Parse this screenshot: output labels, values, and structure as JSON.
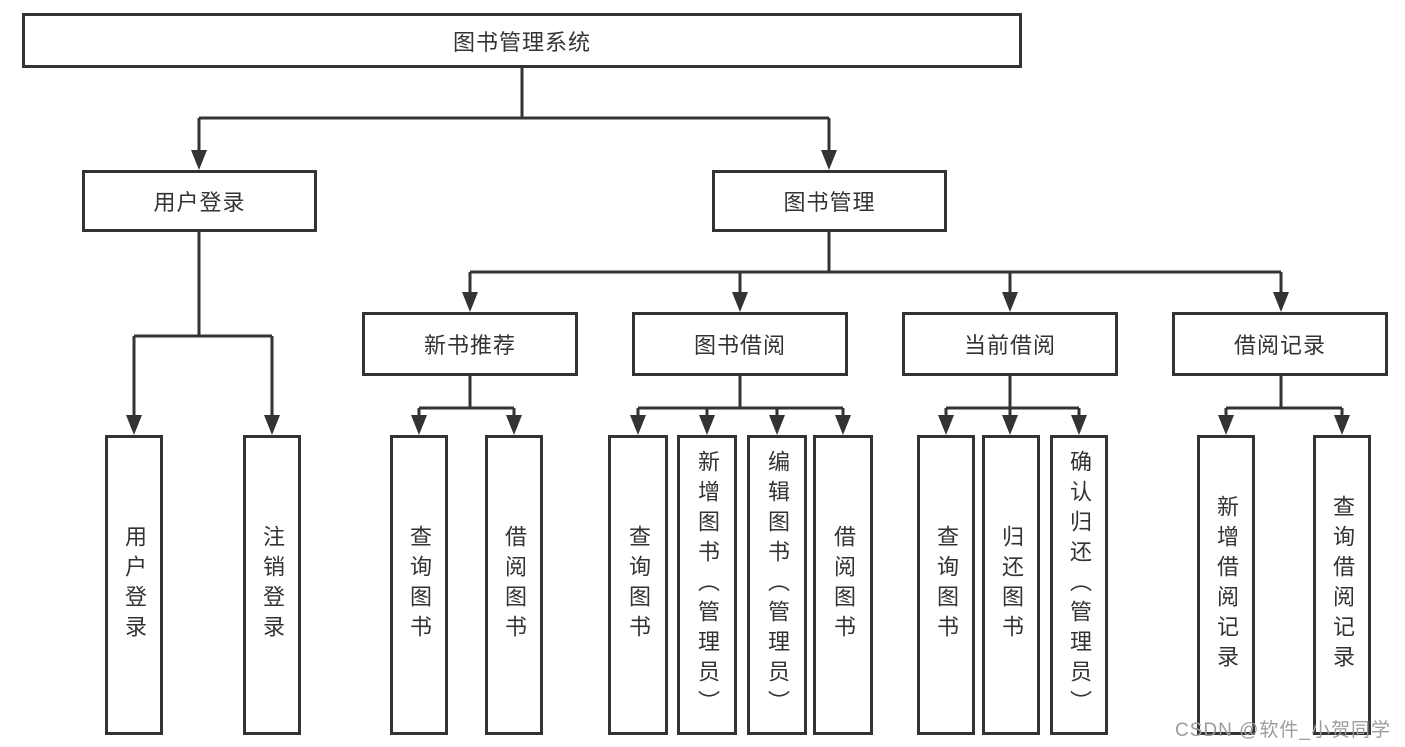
{
  "diagram": {
    "root": {
      "label": "图书管理系统"
    },
    "level2": [
      {
        "label": "用户登录"
      },
      {
        "label": "图书管理"
      }
    ],
    "level3": [
      {
        "label": "新书推荐"
      },
      {
        "label": "图书借阅"
      },
      {
        "label": "当前借阅"
      },
      {
        "label": "借阅记录"
      }
    ],
    "leaves": {
      "user_login": [
        {
          "label": "用户登录"
        },
        {
          "label": "注销登录"
        }
      ],
      "new_book_recommendation": [
        {
          "label": "查询图书"
        },
        {
          "label": "借阅图书"
        }
      ],
      "book_borrowing": [
        {
          "label": "查询图书"
        },
        {
          "label": "新增图书（管理员）"
        },
        {
          "label": "编辑图书（管理员）"
        },
        {
          "label": "借阅图书"
        }
      ],
      "current_borrowing": [
        {
          "label": "查询图书"
        },
        {
          "label": "归还图书"
        },
        {
          "label": "确认归还（管理员）"
        }
      ],
      "borrowing_records": [
        {
          "label": "新增借阅记录"
        },
        {
          "label": "查询借阅记录"
        }
      ]
    }
  },
  "watermark": {
    "text": "CSDN @软件_小贺同学"
  },
  "colors": {
    "line": "#333333",
    "box_border": "#333333",
    "box_fill": "#ffffff",
    "background": "#ffffff",
    "watermark_text": "#9c9c9c"
  }
}
